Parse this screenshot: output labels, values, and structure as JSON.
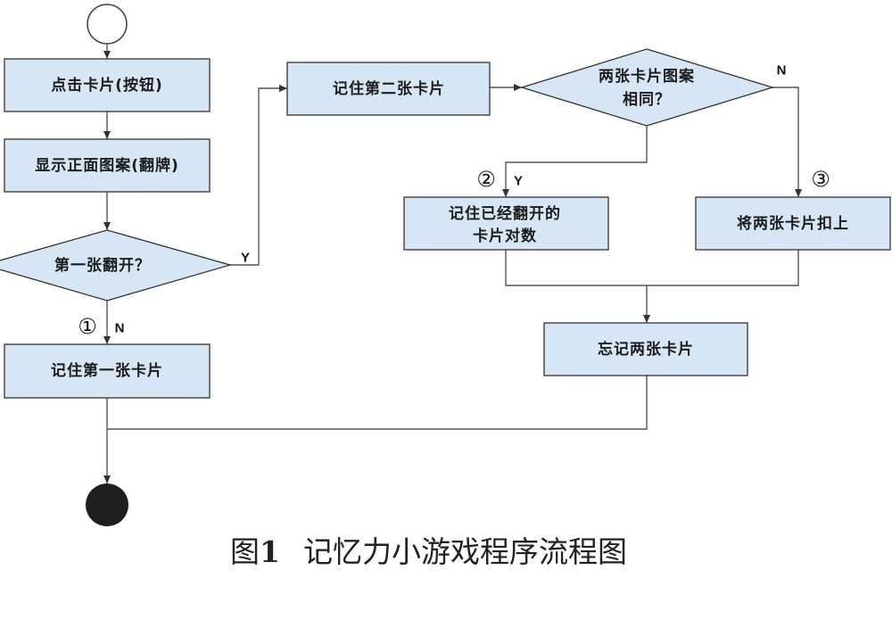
{
  "diagram": {
    "nodes": {
      "click_card": {
        "label": "点击卡片(按钮)"
      },
      "show_front": {
        "label": "显示正面图案(翻牌)"
      },
      "first_flipped": {
        "label": "第一张翻开？"
      },
      "remember_first": {
        "label": "记住第一张卡片"
      },
      "remember_second": {
        "label": "记住第二张卡片"
      },
      "same_pattern": {
        "lines": [
          "两张卡片图案",
          "相同？"
        ]
      },
      "remember_pairs": {
        "lines": [
          "记住已经翻开的",
          "卡片对数"
        ]
      },
      "flip_back": {
        "label": "将两张卡片扣上"
      },
      "forget_both": {
        "label": "忘记两张卡片"
      }
    },
    "edge_labels": {
      "first_flipped_yes": "Y",
      "first_flipped_no": "N",
      "same_pattern_yes": "Y",
      "same_pattern_no": "N"
    },
    "markers": {
      "one": "①",
      "two": "②",
      "three": "③"
    }
  },
  "caption": {
    "figure_prefix": "图",
    "figure_number": "1",
    "title": "记忆力小游戏程序流程图"
  },
  "colors": {
    "box_fill": "#d7e6f4",
    "box_stroke": "#333333",
    "connector": "#555555",
    "end_fill": "#1f1f1f"
  }
}
